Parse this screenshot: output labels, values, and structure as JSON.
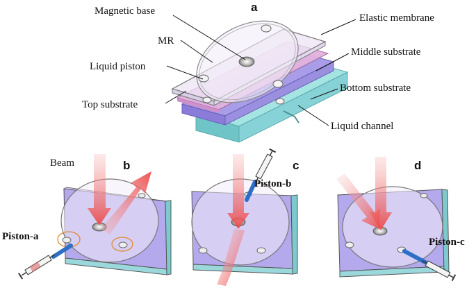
{
  "figure": {
    "panels": {
      "a": "a",
      "b": "b",
      "c": "c",
      "d": "d"
    },
    "labels_a": {
      "magnetic_base": "Magnetic base",
      "mr": "MR",
      "liquid_piston": "Liquid piston",
      "top_substrate": "Top substrate",
      "elastic_membrane": "Elastic membrane",
      "middle_substrate": "Middle substrate",
      "bottom_substrate": "Bottom substrate",
      "liquid_channel": "Liquid channel"
    },
    "beam": "Beam",
    "pistons": {
      "a": "Piston-a",
      "b": "Piston-b",
      "c": "Piston-c"
    },
    "colors": {
      "bottom_substrate": "#8fd6d9",
      "middle_substrate": "#9c92e6",
      "elastic_membrane": "#d9a3d6",
      "top_substrate": "#e7dbf2",
      "beam": "#f06a6a",
      "syringe_blue": "#2d6fc6"
    }
  }
}
